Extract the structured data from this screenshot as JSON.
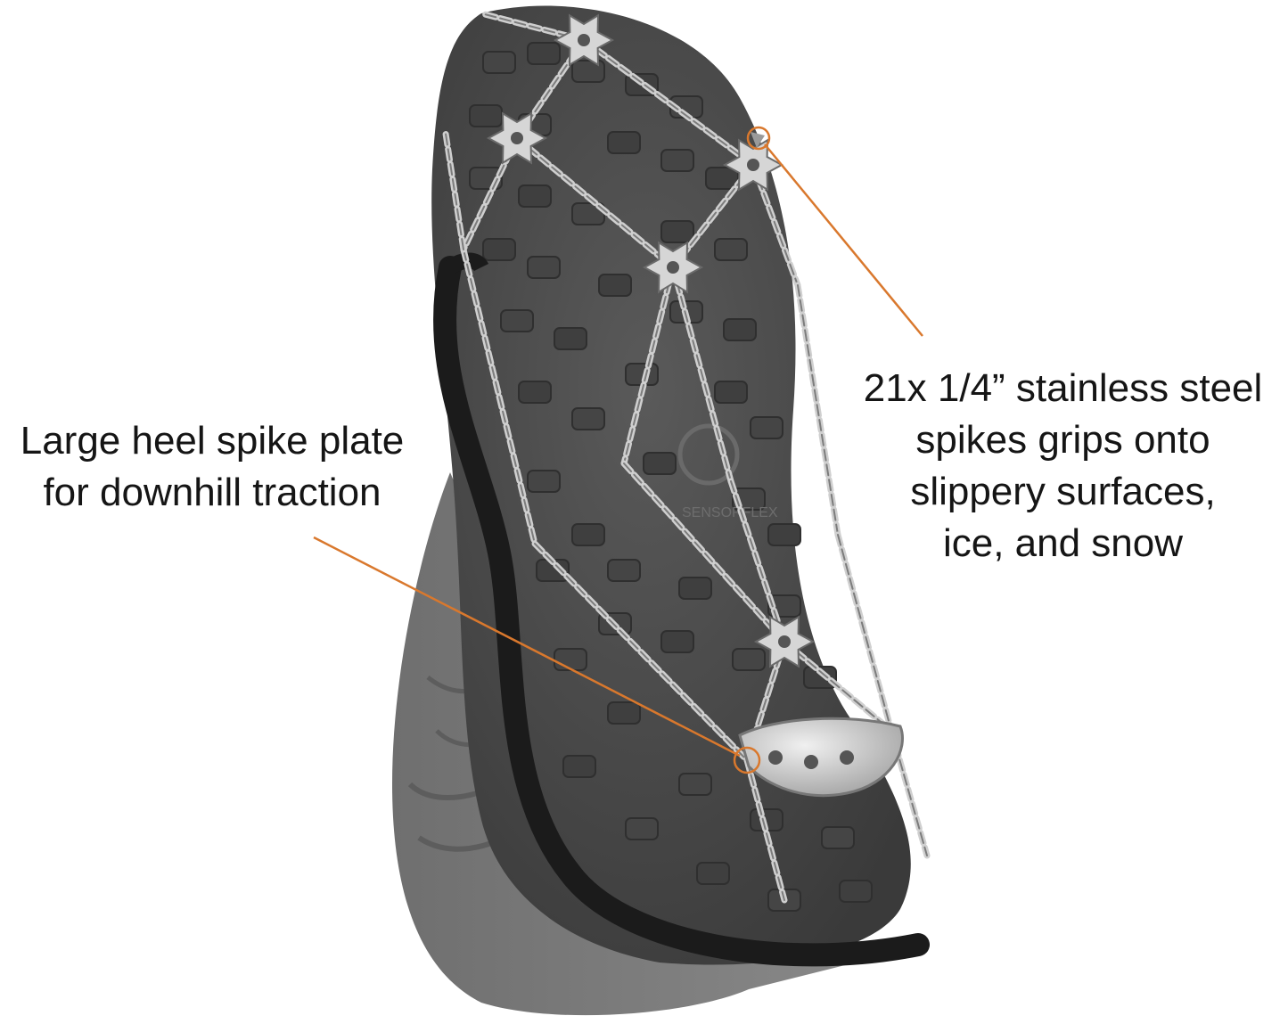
{
  "colors": {
    "background": "#ffffff",
    "callout_line": "#d9782d",
    "text": "#151515",
    "sole": "#4a4a4a",
    "boot_upper": "#7a7a7a",
    "chain": "#bcbcbc",
    "elastomer": "#1b1b1b"
  },
  "callouts": {
    "heel_plate": {
      "lines": [
        "Large heel spike plate",
        "for downhill traction"
      ]
    },
    "spikes": {
      "lines": [
        "21x 1/4” stainless steel",
        "spikes grips onto",
        "slippery surfaces,",
        "ice, and snow"
      ]
    }
  },
  "sole_markings": {
    "brand_badge": "SENSORFLEX"
  }
}
